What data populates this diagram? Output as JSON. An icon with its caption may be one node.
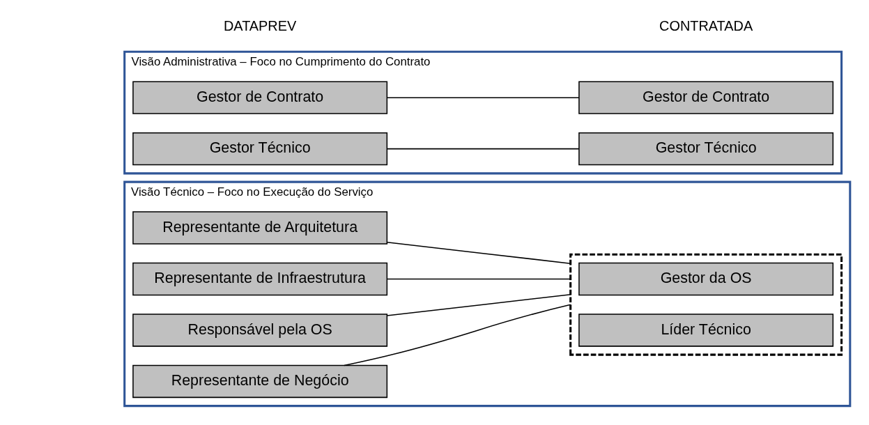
{
  "diagram": {
    "nodes": [
      {
        "text": [
          "Visão Administrativa – Foco no Cumprimento do Contrato"
        ]
      },
      {
        "text": [
          "Gestor de Contrato"
        ],
        "in": 0
      },
      {
        "text": [
          "Gestor Técnico"
        ],
        "in": 0
      },
      {
        "text": [
          "Gestor de Contrato"
        ],
        "in": 0
      },
      {
        "text": [
          "Gestor Técnico"
        ],
        "in": 0
      },
      {
        "text": [
          "Visão Técnico – Foco no Execução do Serviço"
        ]
      },
      {
        "text": [
          "Responsável pela OS"
        ],
        "in": 5
      },
      {
        "text": [
          "Representante de Negócio"
        ],
        "in": 5
      },
      {
        "text": [
          "Representante de Arquitetura"
        ],
        "in": 5
      },
      {
        "text": [
          "Representante de Infraestrutura"
        ],
        "in": 5
      },
      {
        "text": [],
        "shape": "box",
        "in": 5
      },
      {
        "text": [
          "Gestor da OS"
        ],
        "in": 10
      },
      {
        "text": [
          "Líder Técnico"
        ],
        "in": 10
      }
    ],
    "edges": [
      {
        "from": 1,
        "to": 3,
        "arrow": "none"
      },
      {
        "from": 2,
        "to": 4,
        "arrow": "none"
      },
      {
        "from": 6,
        "to": 10,
        "arrow": "none"
      },
      {
        "from": 7,
        "to": 10,
        "arrow": "none"
      },
      {
        "from": 8,
        "to": 10,
        "arrow": "none"
      },
      {
        "from": 9,
        "to": 10,
        "arrow": "none"
      }
    ],
    "labels": [
      "DATAPREV",
      "CONTRATADA"
    ]
  }
}
